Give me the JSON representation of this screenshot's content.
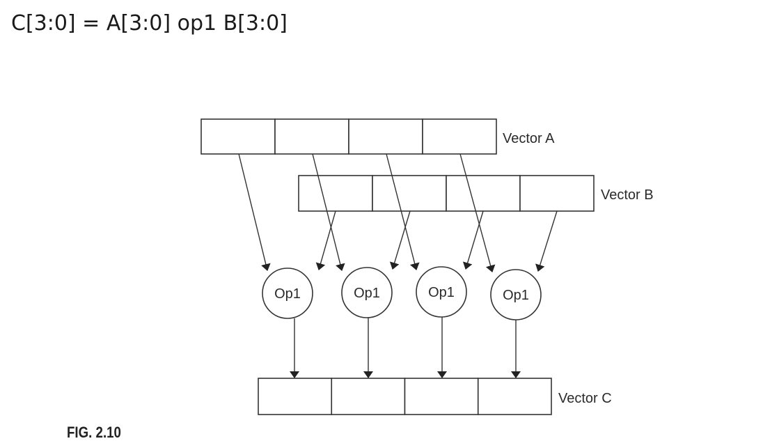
{
  "formula": "C[3:0] = A[3:0] op1 B[3:0]",
  "vectors": {
    "a": {
      "label": "Vector A",
      "cells": 4
    },
    "b": {
      "label": "Vector B",
      "cells": 4
    },
    "c": {
      "label": "Vector C",
      "cells": 4
    }
  },
  "ops": [
    {
      "label": "Op1"
    },
    {
      "label": "Op1"
    },
    {
      "label": "Op1"
    },
    {
      "label": "Op1"
    }
  ],
  "figure_caption": "FIG. 2.10",
  "colors": {
    "stroke": "#333333",
    "arrow": "#222222"
  }
}
